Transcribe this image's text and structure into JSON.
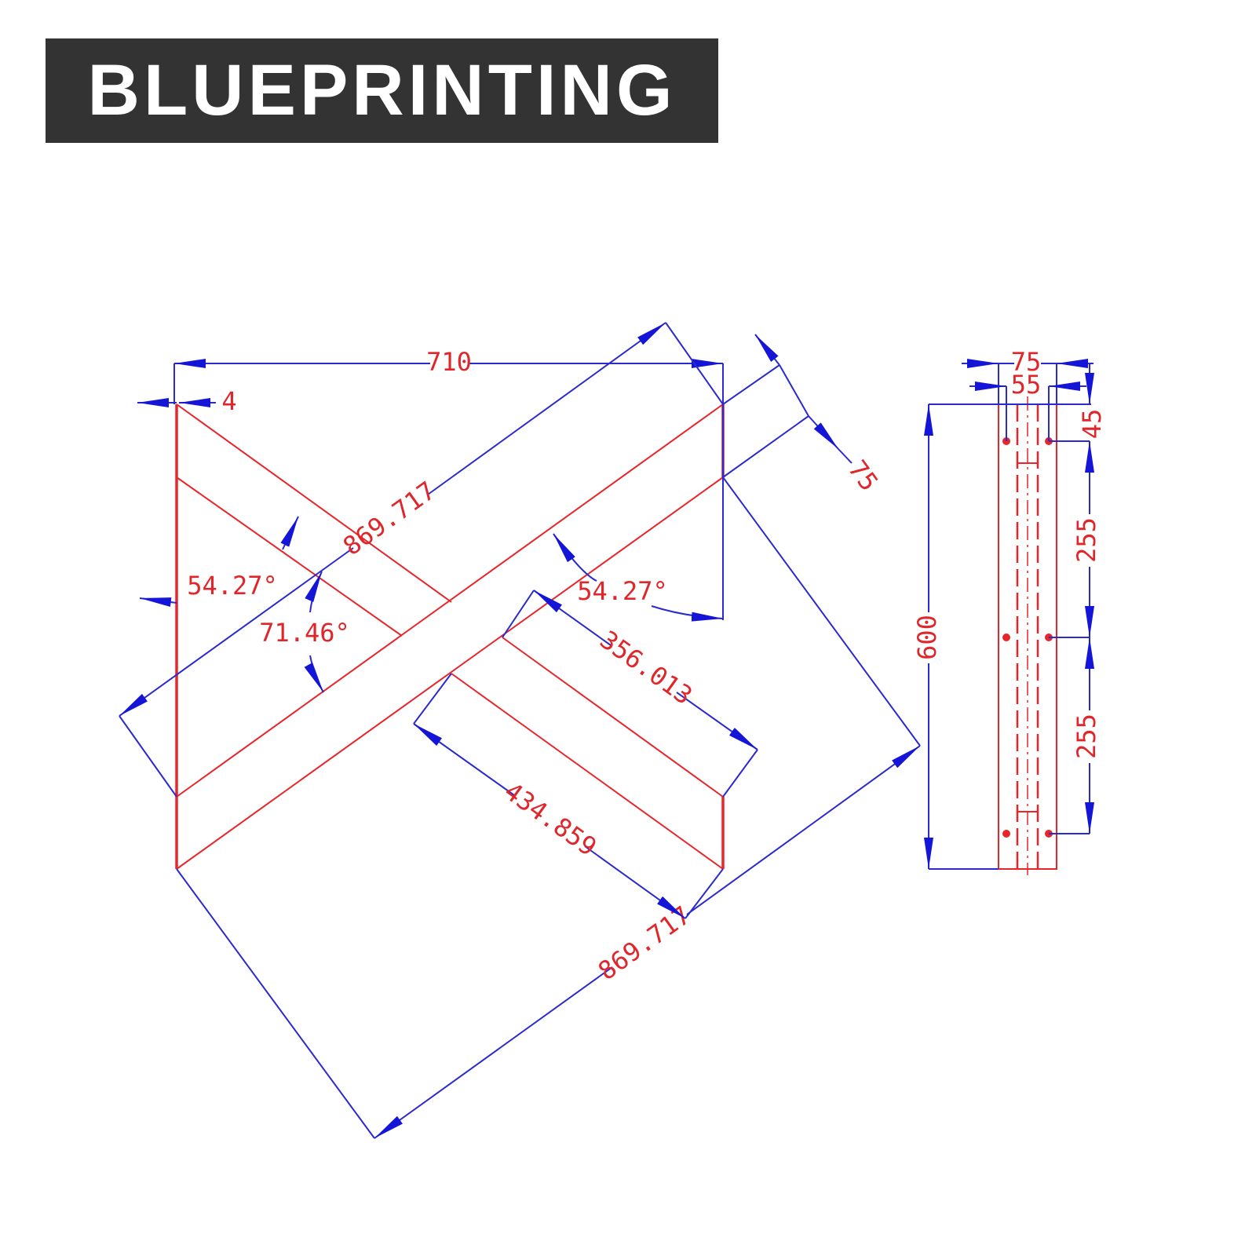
{
  "title": "BLUEPRINTING",
  "colors": {
    "part": "#e8262a",
    "dimension": "#2a2ad0",
    "banner": "#333333"
  },
  "dimensions": {
    "width_top": "710",
    "edge_offset": "4",
    "diag_top": "869.717",
    "board_width": "75",
    "diag_bottom": "869.717",
    "segment_upper": "356.013",
    "segment_lower": "434.859",
    "angle_left": "54.27°",
    "angle_right": "54.27°",
    "angle_cross": "71.46°"
  },
  "side_view": {
    "outer_width": "75",
    "inner_width": "55",
    "height": "600",
    "top_offset": "45",
    "spacing_1": "255",
    "spacing_2": "255"
  }
}
